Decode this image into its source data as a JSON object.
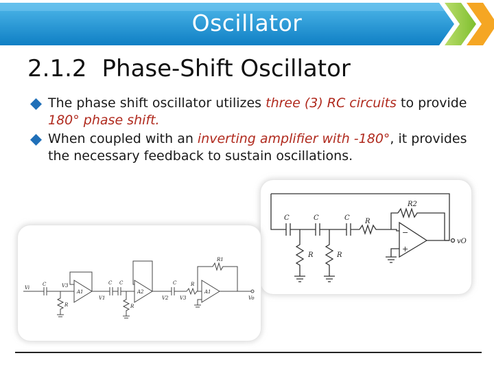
{
  "slide": {
    "banner_title": "Oscillator",
    "heading_number": "2.1.2",
    "heading_text": "Phase-Shift Oscillator",
    "bullets": [
      {
        "text_before": "The phase shift oscillator utilizes ",
        "highlight1": "three (3) RC circuits",
        "text_mid": " to provide ",
        "highlight2": "180° phase shift.",
        "text_after": ""
      },
      {
        "text_before": "When coupled with an ",
        "highlight1": "inverting amplifier with -180°",
        "text_mid": ", it provides the necessary feedback to sustain oscillations.",
        "highlight2": "",
        "text_after": ""
      }
    ]
  },
  "circuit_right": {
    "labels": {
      "c1": "C",
      "c2": "C",
      "c3": "C",
      "r_series": "R",
      "r_shunt1": "R",
      "r_shunt2": "R",
      "r_feedback": "R2",
      "minus": "−",
      "plus": "+",
      "output": "vO"
    }
  },
  "circuit_left": {
    "labels": {
      "vi": "Vi",
      "c1": "C",
      "v3": "V3",
      "a1_first": "A1",
      "v1": "V1",
      "c2": "C",
      "c3": "C",
      "a2": "A2",
      "v2": "V2",
      "c4": "C",
      "r": "R",
      "v3b": "V3",
      "rf": "R1",
      "a1_last": "A1",
      "vo": "Vo",
      "r_gnd1": "R",
      "r_gnd2": "R"
    }
  },
  "colors": {
    "banner_blue": "#1a9ad8",
    "banner_dark": "#0b6fb0",
    "accent_green": "#8cc63f",
    "accent_orange": "#f5a623",
    "emphasis_red": "#b02a1e",
    "bullet_blue": "#1f6fb8"
  },
  "icons": [
    "banner-arrow-icon",
    "diamond-bullet-icon"
  ]
}
